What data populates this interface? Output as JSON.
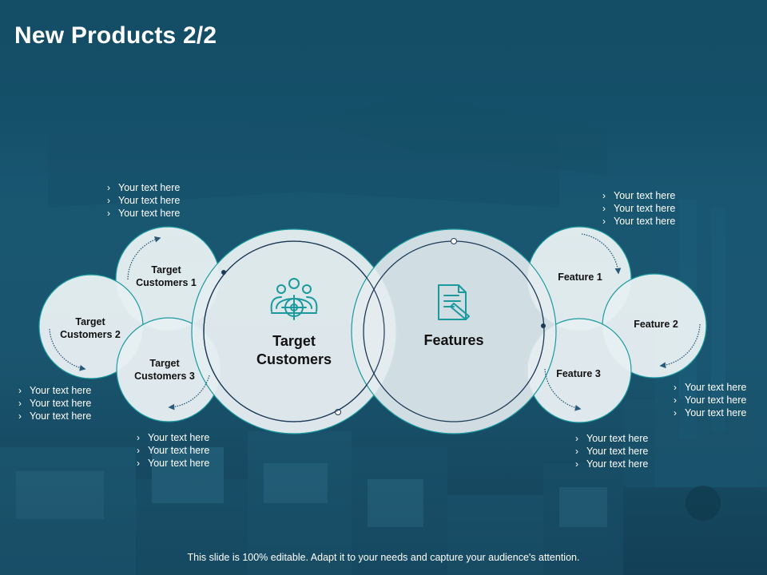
{
  "slide": {
    "title": "New Products 2/2",
    "footer": "This slide is 100% editable. Adapt it to your needs and capture your audience's attention."
  },
  "colors": {
    "background": "#1a5873",
    "circle_fill": "#e6eef2",
    "accent_teal": "#1a9a9e",
    "dark_navy": "#1d3a56",
    "arrow": "#2a5a7a"
  },
  "main": {
    "target_customers": {
      "label_line1": "Target",
      "label_line2": "Customers",
      "icon": "target-audience-icon"
    },
    "features": {
      "label": "Features",
      "icon": "document-pencil-icon"
    }
  },
  "left_circles": [
    {
      "line1": "Target",
      "line2": "Customers  1"
    },
    {
      "line1": "Target",
      "line2": "Customers  2"
    },
    {
      "line1": "Target",
      "line2": "Customers  3"
    }
  ],
  "right_circles": [
    {
      "label": "Feature 1"
    },
    {
      "label": "Feature 2"
    },
    {
      "label": "Feature 3"
    }
  ],
  "bullet_groups": {
    "tc1": [
      "Your text here",
      "Your text here",
      "Your text here"
    ],
    "tc2": [
      "Your text here",
      "Your text here",
      "Your text here"
    ],
    "tc3": [
      "Your text here",
      "Your text here",
      "Your text here"
    ],
    "f1": [
      "Your text here",
      "Your text here",
      "Your text here"
    ],
    "f2": [
      "Your text here",
      "Your text here",
      "Your text here"
    ],
    "f3": [
      "Your text here",
      "Your text here",
      "Your text here"
    ]
  },
  "bullet_glyph": "›"
}
